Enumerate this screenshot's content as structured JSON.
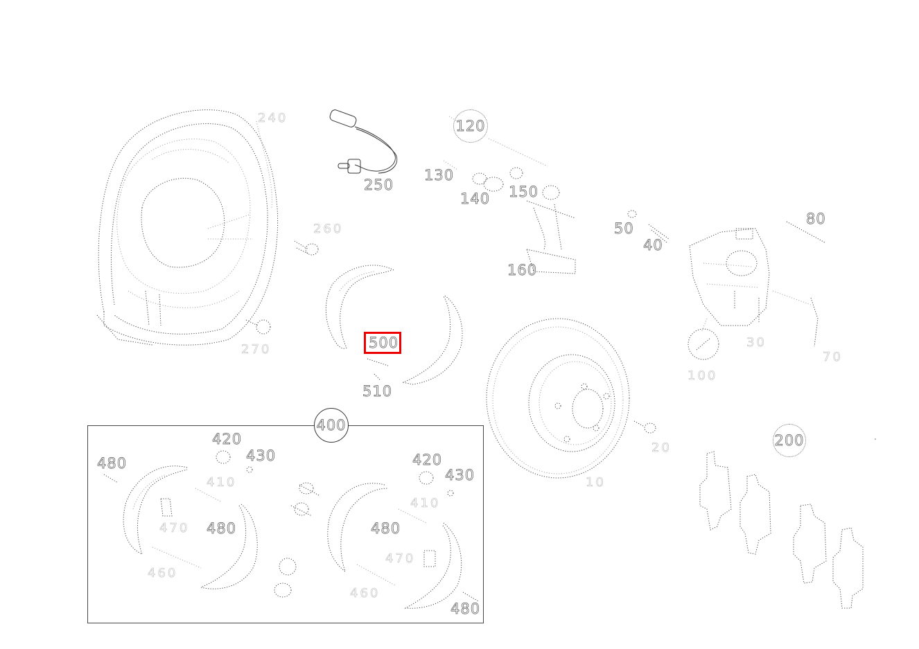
{
  "diagram": {
    "type": "exploded-parts-diagram",
    "subject": "brake assembly",
    "highlight_color": "#ee0000",
    "highlighted_part": "500",
    "callouts": {
      "p240": "240",
      "p250": "250",
      "p120": "120",
      "p130": "130",
      "p140": "140",
      "p150": "150",
      "p160": "160",
      "p260": "260",
      "p270": "270",
      "p50": "50",
      "p40": "40",
      "p80": "80",
      "p30": "30",
      "p70": "70",
      "p100": "100",
      "p500": "500",
      "p510": "510",
      "p10": "10",
      "p20": "20",
      "p200": "200",
      "p400": "400",
      "g_left_480_top": "480",
      "g_left_420": "420",
      "g_left_430": "430",
      "g_left_410": "410",
      "g_left_470": "470",
      "g_left_480_mid": "480",
      "g_left_460": "460",
      "g_right_420": "420",
      "g_right_430": "430",
      "g_right_410": "410",
      "g_right_480_mid": "480",
      "g_right_470": "470",
      "g_right_460": "460",
      "g_right_480_bot": "480"
    },
    "group_frame": {
      "label": "400"
    }
  }
}
